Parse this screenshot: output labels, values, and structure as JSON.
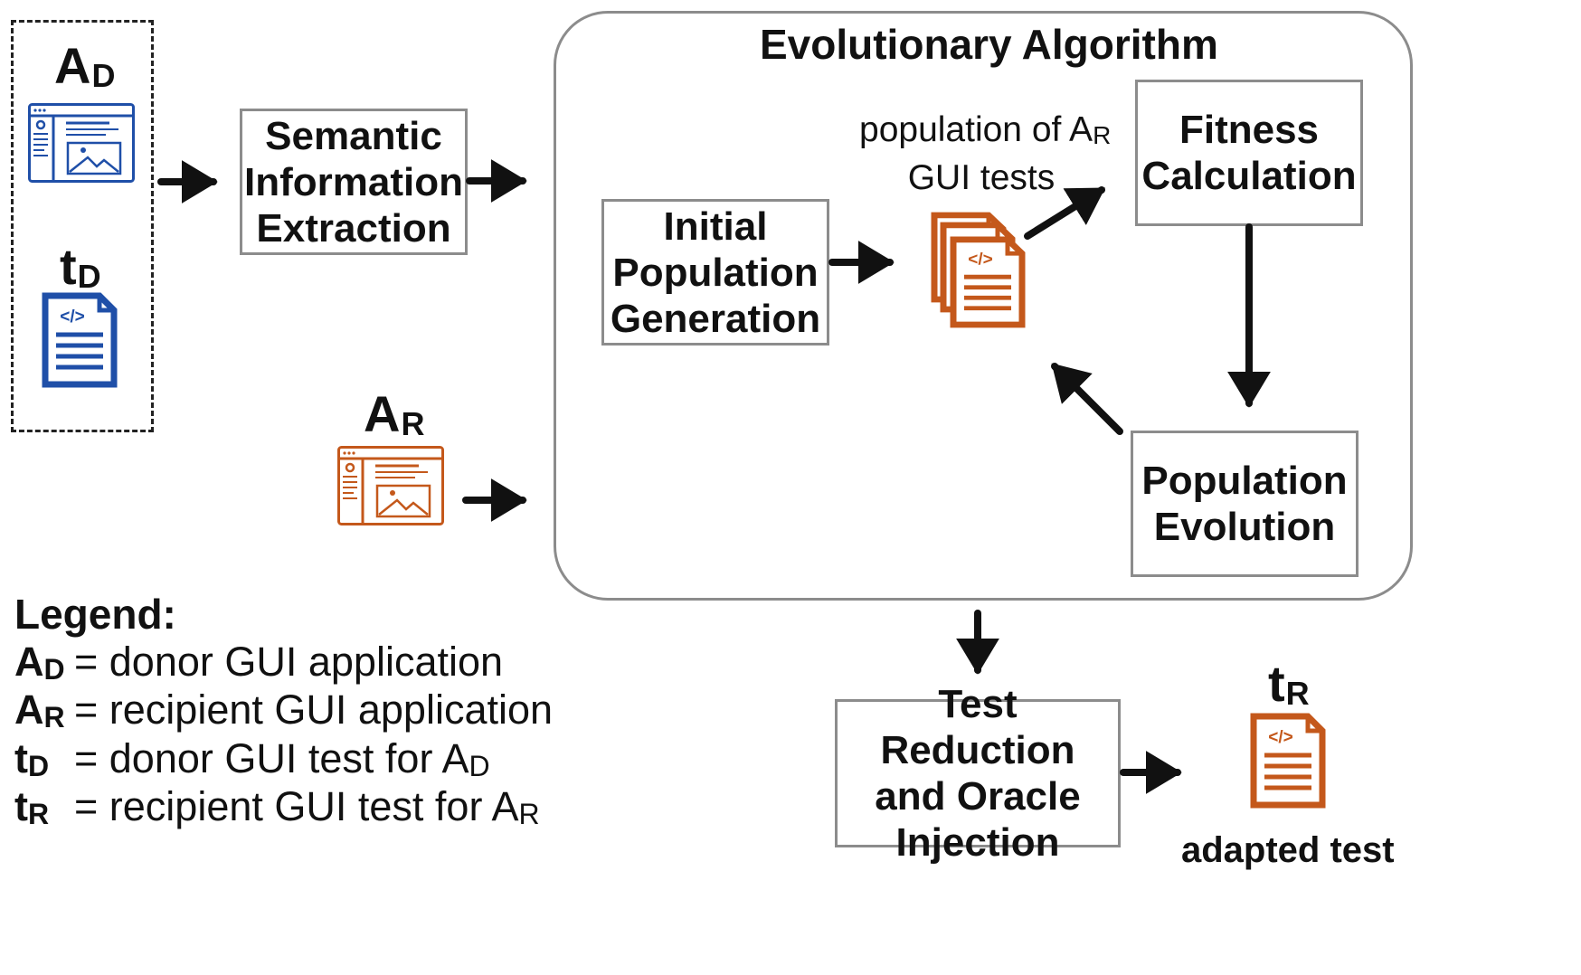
{
  "diagram": {
    "title": "Evolutionary Algorithm",
    "boxes": {
      "semantic": "Semantic\nInformation\nExtraction",
      "initial": "Initial\nPopulation\nGeneration",
      "fitness": "Fitness\nCalculation",
      "evolution": "Population\nEvolution",
      "reduction": "Test Reduction\nand Oracle\nInjection"
    },
    "population_label": {
      "line1": "population of A",
      "line1_sub": "R",
      "line2": "GUI tests"
    },
    "symbols": {
      "donor_app": {
        "base": "A",
        "sub": "D"
      },
      "donor_test": {
        "base": "t",
        "sub": "D"
      },
      "recipient_app": {
        "base": "A",
        "sub": "R"
      },
      "recipient_test": {
        "base": "t",
        "sub": "R"
      }
    },
    "adapted_caption": "adapted test",
    "legend": {
      "title": "Legend:",
      "rows": [
        {
          "sym": "A",
          "sub": "D",
          "text": "= donor GUI application",
          "ref": "",
          "ref_sub": ""
        },
        {
          "sym": "A",
          "sub": "R",
          "text": "= recipient GUI application",
          "ref": "",
          "ref_sub": ""
        },
        {
          "sym": "t",
          "sub": "D",
          "text": "= donor GUI test for ",
          "ref": "A",
          "ref_sub": "D"
        },
        {
          "sym": "t",
          "sub": "R",
          "text": "= recipient GUI test for ",
          "ref": "A",
          "ref_sub": "R"
        }
      ]
    },
    "colors": {
      "donor_blue": "#1f4fa8",
      "recipient_orange": "#c4581b",
      "box_border": "#8c8c8c",
      "arrow": "#111111"
    },
    "icons": [
      "browser-window-icon",
      "code-document-icon",
      "stacked-code-documents-icon"
    ]
  }
}
